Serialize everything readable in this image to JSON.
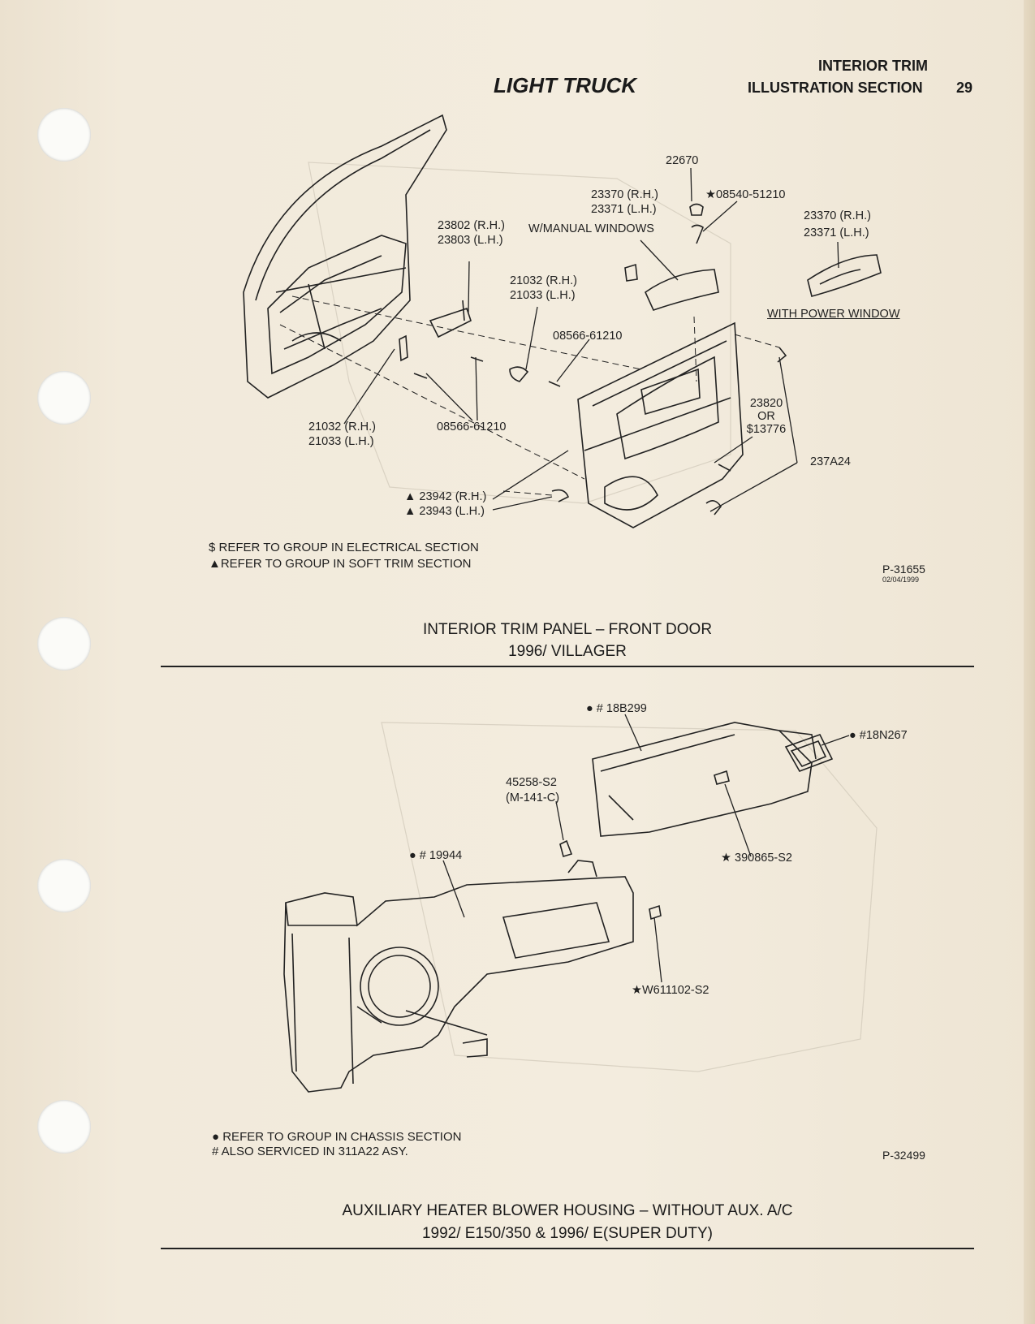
{
  "header": {
    "section": "INTERIOR TRIM",
    "subsection": "ILLUSTRATION SECTION",
    "page_number": "29",
    "title": "LIGHT TRUCK"
  },
  "figure1": {
    "labels": {
      "l22670": "22670",
      "l23370a": "23370 (R.H.)",
      "l23371a": "23371 (L.H.)",
      "l08540": "★08540-51210",
      "l23802": "23802 (R.H.)",
      "l23803": "23803 (L.H.)",
      "manual": "W/MANUAL WINDOWS",
      "l23370b": "23370 (R.H.)",
      "l23371b": "23371 (L.H.)",
      "power": "WITH POWER WINDOW",
      "l21032a": "21032 (R.H.)",
      "l21033a": "21033 (L.H.)",
      "l08566a": "08566-61210",
      "l21032b": "21032 (R.H.)",
      "l21033b": "21033 (L.H.)",
      "l08566b": "08566-61210",
      "l23820": "23820",
      "or": "OR",
      "l13776": "$13776",
      "l237a24": "237A24",
      "l23942": "▲ 23942 (R.H.)",
      "l23943": "▲ 23943 (L.H.)"
    },
    "notes": [
      "$  REFER TO GROUP IN ELECTRICAL SECTION",
      "▲REFER TO GROUP IN SOFT TRIM SECTION"
    ],
    "part_code": "P-31655",
    "date": "02/04/1999",
    "caption_line1": "INTERIOR TRIM PANEL – FRONT DOOR",
    "caption_line2": "1996/ VILLAGER"
  },
  "figure2": {
    "labels": {
      "l18b299": "● # 18B299",
      "l18n267": "● #18N267",
      "l45258": "45258-S2",
      "lm141": "(M-141-C)",
      "l19944": "● # 19944",
      "l390865": "★ 390865-S2",
      "lw611102": "★W611102-S2"
    },
    "notes": [
      "● REFER TO GROUP IN CHASSIS SECTION",
      "# ALSO SERVICED IN 311A22 ASY."
    ],
    "part_code": "P-32499",
    "caption_line1": "AUXILIARY HEATER BLOWER HOUSING – WITHOUT AUX. A/C",
    "caption_line2": "1992/ E150/350 & 1996/ E(SUPER DUTY)"
  }
}
